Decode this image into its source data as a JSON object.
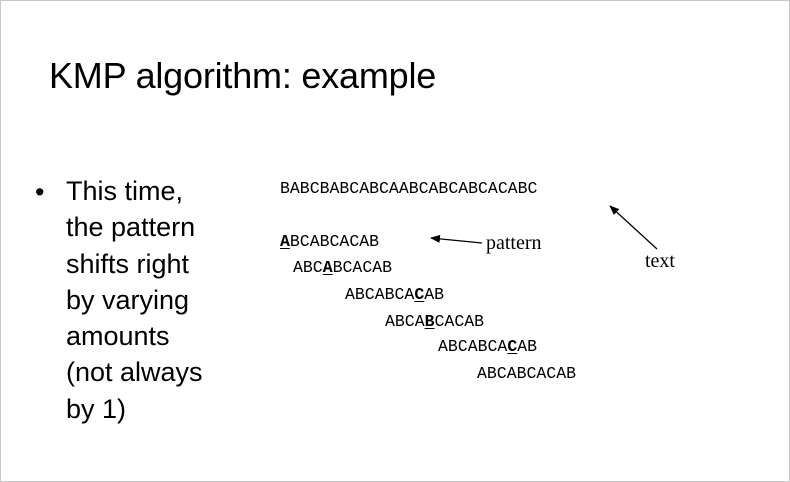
{
  "slide": {
    "title": "KMP algorithm: example",
    "bullet": {
      "symbol": "•",
      "lines": [
        "This time,",
        "the pattern",
        "shifts right",
        "by varying",
        "amounts",
        "(not always",
        "by 1)"
      ]
    },
    "text_string": "BABCBABCABCAABCABCABCACABC",
    "alignments": [
      {
        "before": "",
        "highlight": "A",
        "after": "BCABCACAB"
      },
      {
        "before": "ABC",
        "highlight": "A",
        "after": "BCACAB"
      },
      {
        "before": "ABCABCA",
        "highlight": "C",
        "after": "AB"
      },
      {
        "before": "ABCA",
        "highlight": "B",
        "after": "CACAB"
      },
      {
        "before": "ABCABCA",
        "highlight": "C",
        "after": "AB"
      },
      {
        "before": "ABCABCACAB",
        "highlight": "",
        "after": ""
      }
    ],
    "labels": {
      "pattern": "pattern",
      "text": "text"
    }
  }
}
